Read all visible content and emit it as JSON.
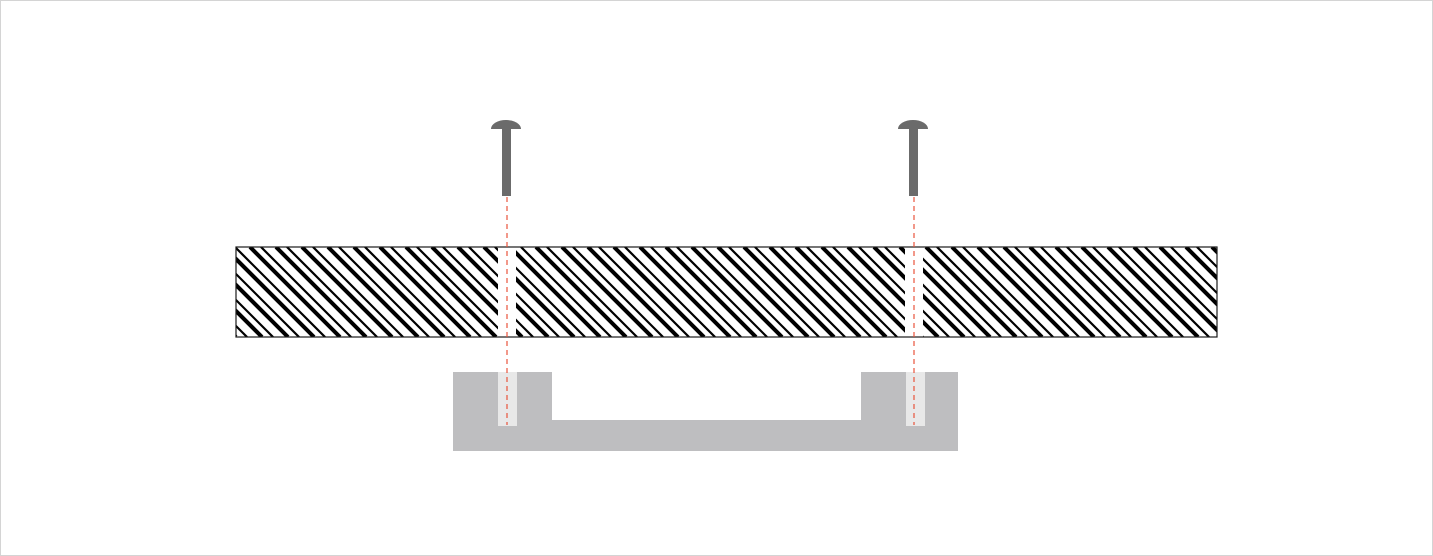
{
  "diagram": {
    "colors": {
      "background": "#ffffff",
      "frame_border": "#d4d4d4",
      "board_outline": "#1a1a1a",
      "hatch": "#000000",
      "handle_body": "#bebec0",
      "screw_hole": "#e8e8e8",
      "screw": "#6b6b6b",
      "guide_line": "#e8543c"
    },
    "parts": {
      "board": "hatched-board",
      "handle": "u-handle",
      "screws": [
        "screw-left",
        "screw-right"
      ],
      "guides": [
        "alignment-line-left",
        "alignment-line-right"
      ]
    }
  }
}
